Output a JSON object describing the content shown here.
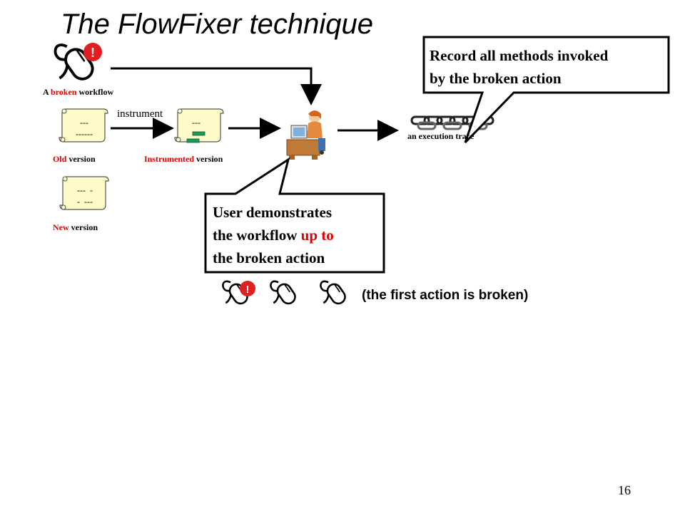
{
  "slide": {
    "title": "The FlowFixer technique",
    "page_number": "16"
  },
  "workflow": {
    "label_prefix": "A ",
    "label_highlight": "broken",
    "label_suffix": " workflow"
  },
  "old_version": {
    "scroll_text": "---\n------",
    "label_highlight": "Old",
    "label_suffix": " version"
  },
  "instrumented_version": {
    "scroll_text": "---",
    "label_highlight": "Instrumented",
    "label_suffix": " version"
  },
  "new_version": {
    "scroll_text": "---  -\n-  ---",
    "label_highlight": "New",
    "label_suffix": " version"
  },
  "instrument_label": "instrument",
  "trace_label": "an execution trace",
  "callout_record": {
    "line1": "Record all methods invoked",
    "line2": "by the broken action"
  },
  "callout_user": {
    "line1": "User demonstrates",
    "line2_prefix": "the workflow ",
    "line2_highlight": "up to",
    "line3": "the broken action"
  },
  "actions_note": "(the first action is broken)",
  "colors": {
    "accent_red": "#e00000",
    "scroll_fill": "#fffbc8",
    "mark_green": "#1a9a5a",
    "warning_red": "#e02020"
  }
}
